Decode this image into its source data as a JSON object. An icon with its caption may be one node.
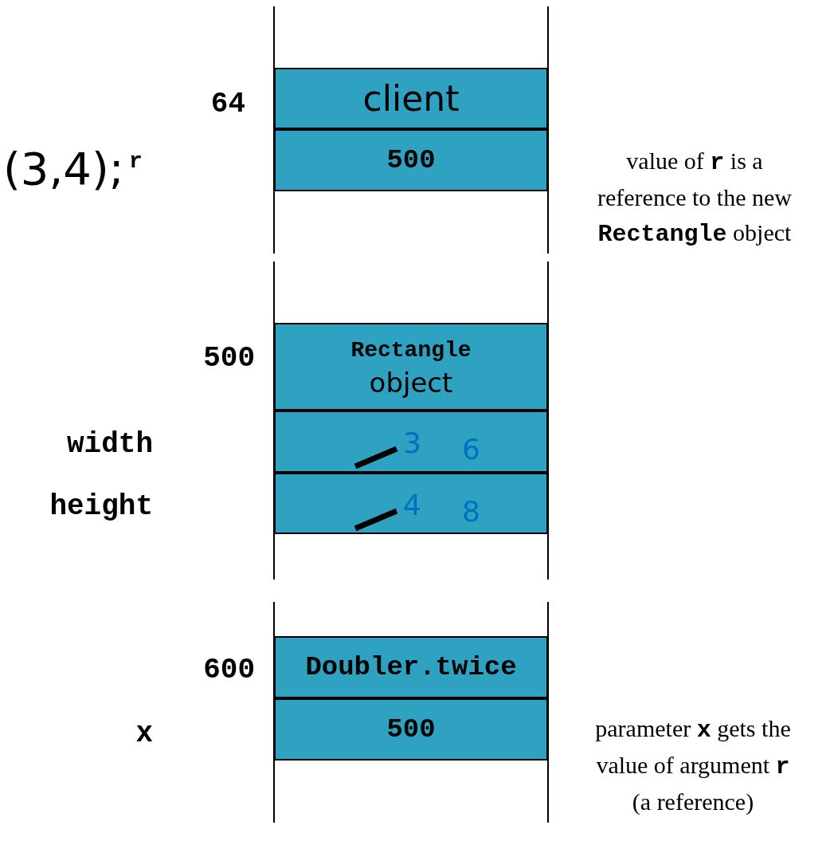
{
  "diagram": {
    "nodes": [
      {
        "text": [
          "client"
        ]
      },
      {
        "text": [
          "500"
        ]
      },
      {
        "text": [
          "Rectangle",
          "object"
        ]
      },
      {
        "text": [
          "3",
          "6"
        ]
      },
      {
        "text": [
          "4",
          "8"
        ]
      },
      {
        "text": [
          "Doubler.twice"
        ]
      },
      {
        "text": [
          "500"
        ]
      }
    ],
    "labels": [
      "64",
      "(3,4);",
      "r",
      "value of **r** is a reference to the new **Rectangle** object",
      "500",
      "width",
      "height",
      "600",
      "x",
      "parameter **x** gets the value of argument **r** (a reference)"
    ]
  }
}
